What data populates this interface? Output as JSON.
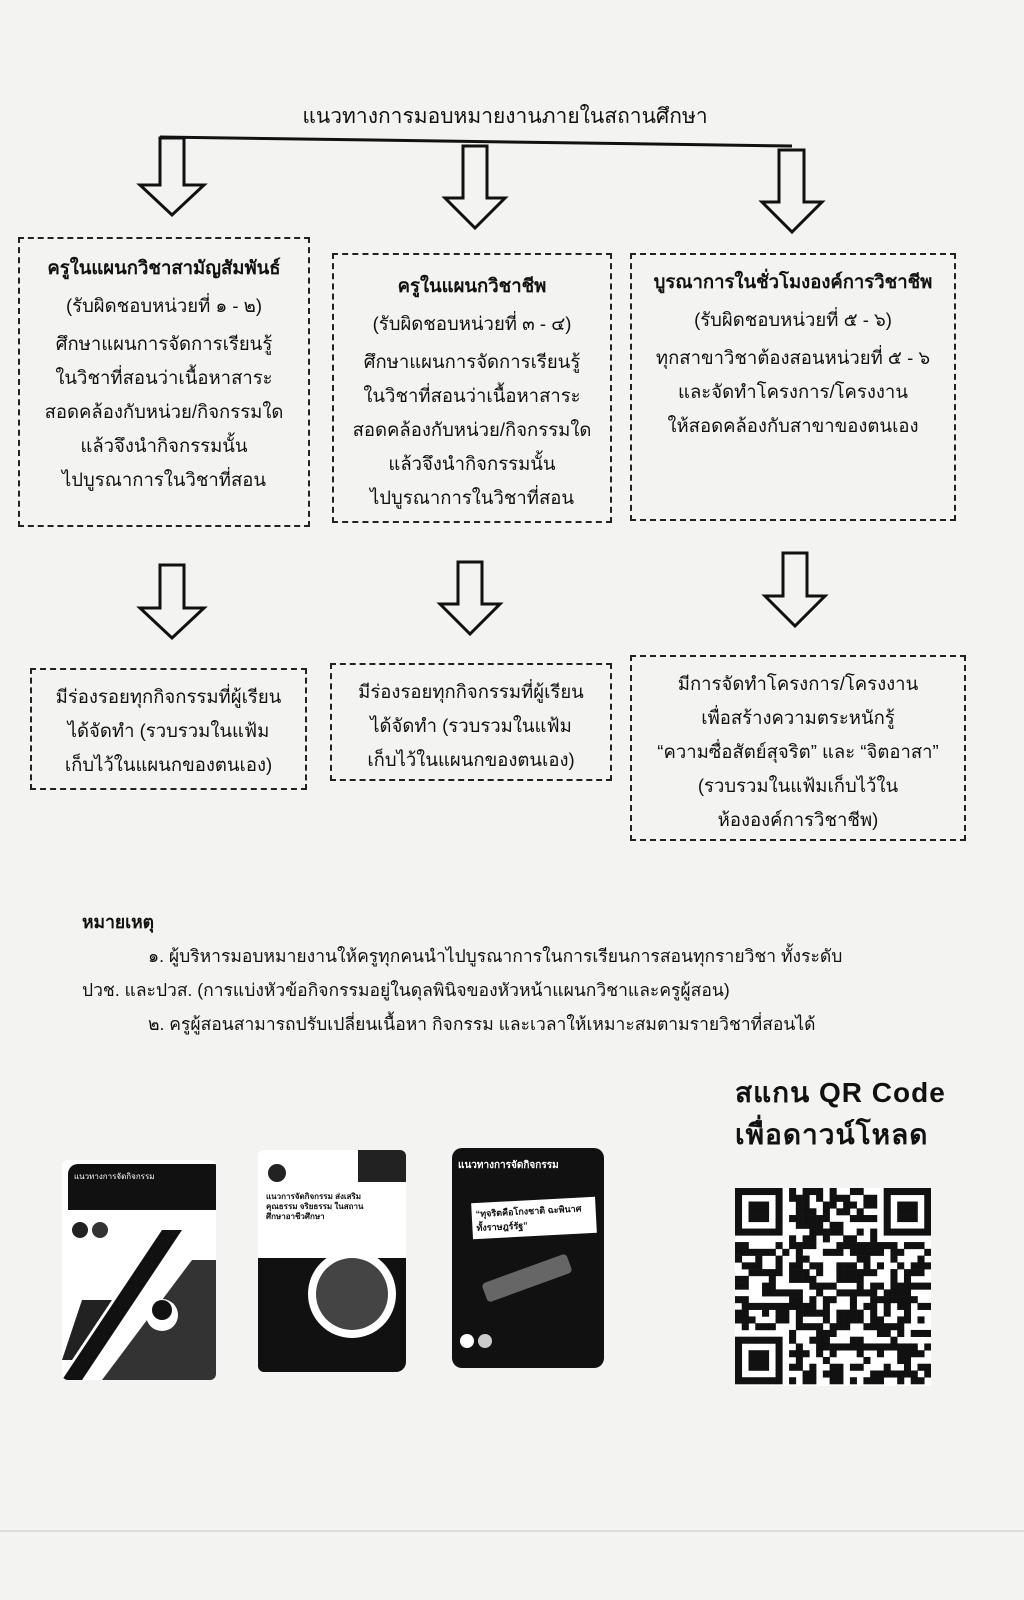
{
  "title": "แนวทางการมอบหมายงานภายในสถานศึกษา",
  "columns": [
    {
      "heading": "ครูในแผนกวิชาสามัญสัมพันธ์",
      "responsibility": "(รับผิดชอบหน่วยที่ ๑ - ๒)",
      "lines": [
        "ศึกษาแผนการจัดการเรียนรู้",
        "ในวิชาที่สอนว่าเนื้อหาสาระ",
        "สอดคล้องกับหน่วย/กิจกรรมใด",
        "แล้วจึงนำกิจกรรมนั้น",
        "ไปบูรณาการในวิชาที่สอน"
      ],
      "outcome": [
        "มีร่องรอยทุกกิจกรรมที่ผู้เรียน",
        "ได้จัดทำ (รวบรวมในแฟ้ม",
        "เก็บไว้ในแผนกของตนเอง)"
      ]
    },
    {
      "heading": "ครูในแผนกวิชาชีพ",
      "responsibility": "(รับผิดชอบหน่วยที่ ๓ - ๔)",
      "lines": [
        "ศึกษาแผนการจัดการเรียนรู้",
        "ในวิชาที่สอนว่าเนื้อหาสาระ",
        "สอดคล้องกับหน่วย/กิจกรรมใด",
        "แล้วจึงนำกิจกรรมนั้น",
        "ไปบูรณาการในวิชาที่สอน"
      ],
      "outcome": [
        "มีร่องรอยทุกกิจกรรมที่ผู้เรียน",
        "ได้จัดทำ (รวบรวมในแฟ้ม",
        "เก็บไว้ในแผนกของตนเอง)"
      ]
    },
    {
      "heading": "บูรณาการในชั่วโมงองค์การวิชาชีพ",
      "responsibility": "(รับผิดชอบหน่วยที่ ๕ - ๖)",
      "lines": [
        "ทุกสาขาวิชาต้องสอนหน่วยที่ ๕ - ๖",
        "และจัดทำโครงการ/โครงงาน",
        "ให้สอดคล้องกับสาขาของตนเอง"
      ],
      "outcome": [
        "มีการจัดทำโครงการ/โครงงาน",
        "เพื่อสร้างความตระหนักรู้",
        "“ความซื่อสัตย์สุจริต” และ “จิตอาสา”",
        "(รวบรวมในแฟ้มเก็บไว้ใน",
        "ห้ององค์การวิชาชีพ)"
      ]
    }
  ],
  "notes": {
    "heading": "หมายเหตุ",
    "item1_line1": "๑. ผู้บริหารมอบหมายงานให้ครูทุกคนนำไปบูรณาการในการเรียนการสอนทุกรายวิชา ทั้งระดับ",
    "item1_line2": "ปวช. และปวส. (การแบ่งหัวข้อกิจกรรมอยู่ในดุลพินิจของหัวหน้าแผนกวิชาและครูผู้สอน)",
    "item2": "๒. ครูผู้สอนสามารถปรับเปลี่ยนเนื้อหา กิจกรรม และเวลาให้เหมาะสมตามรายวิชาที่สอนได้"
  },
  "qr": {
    "line1": "สแกน QR Code",
    "line2": "เพื่อดาวน์โหลด"
  },
  "covers": [
    {
      "title": "แนวทางการจัดกิจกรรม"
    },
    {
      "title": "แนวการจัดกิจกรรม ส่งเสริมคุณธรรม จริยธรรม ในสถานศึกษาอาชีวศึกษา"
    },
    {
      "title": "แนวทางการจัดกิจกรรม",
      "slogan": "“ทุจริตคือโกงชาติ ฉะพินาศทั้งราษฎร์รัฐ”"
    }
  ],
  "colors": {
    "ink": "#111111",
    "paper": "#f3f3f1"
  }
}
